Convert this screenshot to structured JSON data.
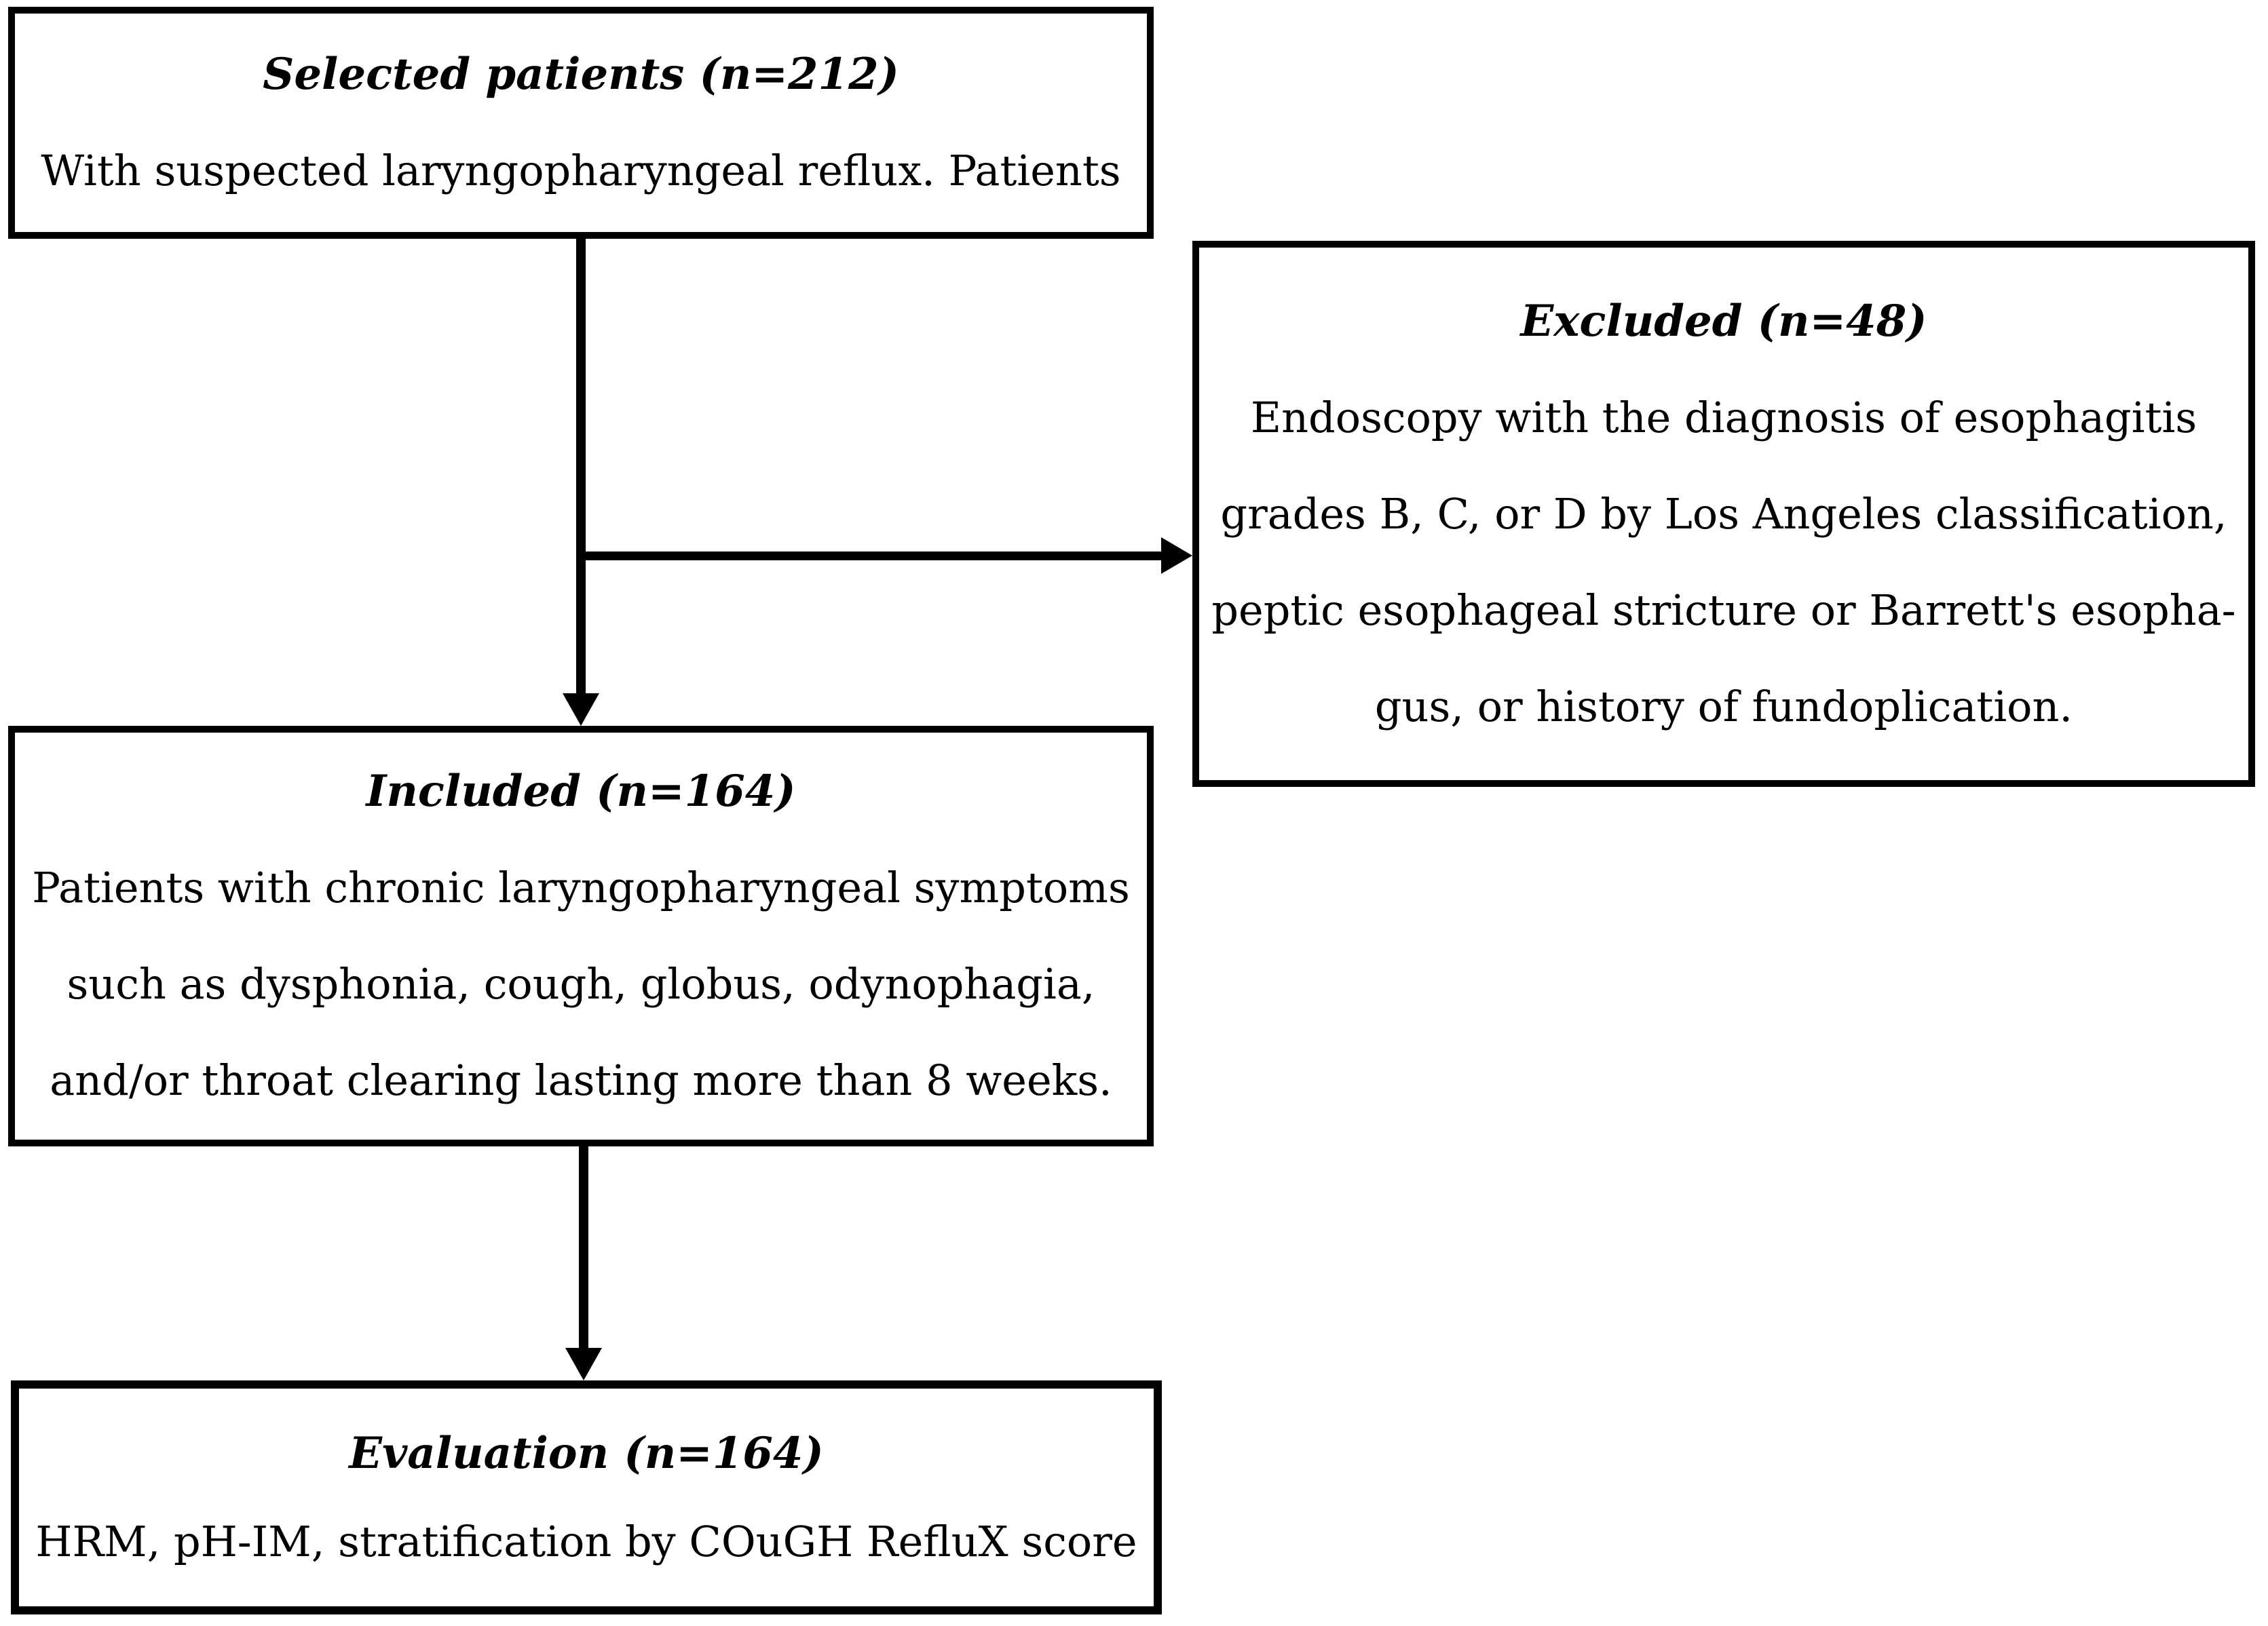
{
  "figure": {
    "type": "flowchart",
    "background_color": "#ffffff",
    "stroke_color": "#000000"
  },
  "boxes": {
    "selected": {
      "title": "Selected patients (n=212)",
      "lines": [
        "With suspected laryngopharyngeal reflux. Patients"
      ]
    },
    "excluded": {
      "title": "Excluded (n=48)",
      "lines": [
        "Endoscopy with the diagnosis of esophagitis",
        "grades B, C, or D by Los Angeles classification,",
        "peptic esophageal stricture or Barrett's esopha-",
        "gus, or history of fundoplication."
      ]
    },
    "included": {
      "title": "Included (n=164)",
      "lines": [
        "Patients with chronic laryngopharyngeal symptoms",
        "such as dysphonia, cough, globus, odynophagia,",
        "and/or throat clearing lasting more than 8 weeks."
      ]
    },
    "evaluation": {
      "title": "Evaluation (n=164)",
      "lines": [
        "HRM, pH-IM, stratification by COuGH RefluX score"
      ]
    }
  },
  "arrows": [
    {
      "from": "selected",
      "to": "included",
      "direction": "down"
    },
    {
      "from": "selected",
      "to": "excluded",
      "direction": "right"
    },
    {
      "from": "included",
      "to": "evaluation",
      "direction": "down"
    }
  ]
}
